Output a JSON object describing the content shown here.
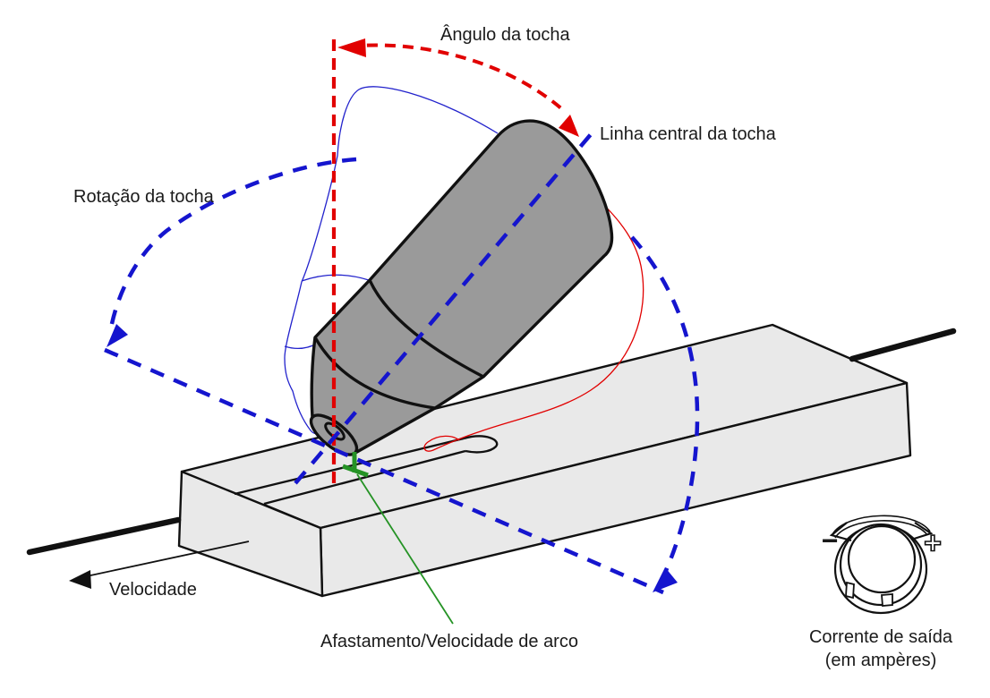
{
  "diagram": {
    "labels": {
      "torch_angle": "Ângulo da tocha",
      "torch_centerline": "Linha central da tocha",
      "torch_rotation": "Rotação da tocha",
      "travel_speed": "Velocidade",
      "standoff_arc_speed": "Afastamento/Velocidade de arco",
      "output_current_line1": "Corrente de saída",
      "output_current_line2": "(em ampères)"
    },
    "knob": {
      "decrease_symbol": "−",
      "increase_symbol": "+"
    },
    "colors": {
      "angle_red": "#E10000",
      "rotation_blue": "#1515CE",
      "standoff_green": "#259325",
      "torch_gray": "#9A9A9A",
      "workpiece_gray": "#E9E9E9",
      "outline_black": "#111111",
      "text_black": "#1A1A1A"
    }
  }
}
